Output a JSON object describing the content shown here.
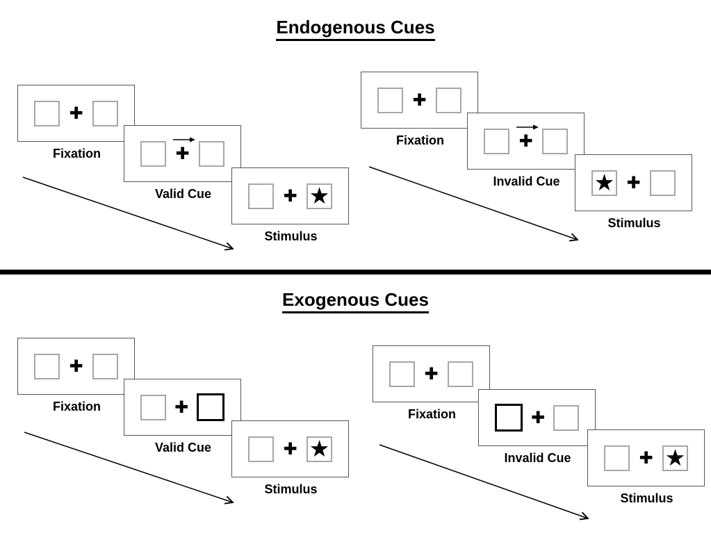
{
  "glyphs": {
    "plus": "✚",
    "star": "★"
  },
  "colors": {
    "background": "#ffffff",
    "panel_border": "#545454",
    "square_border": "#a6a6a6",
    "cue_square_border": "#000000",
    "divider": "#000000",
    "text": "#000000"
  },
  "sections": [
    {
      "id": "endogenous",
      "title": "Endogenous Cues",
      "groups": [
        {
          "name": "valid-trial",
          "panels": [
            {
              "label": "Fixation",
              "left": "empty",
              "right": "empty",
              "center": "plus"
            },
            {
              "label": "Valid Cue",
              "left": "empty",
              "right": "empty",
              "center": "plus_arrow"
            },
            {
              "label": "Stimulus",
              "left": "empty",
              "right": "star",
              "center": "plus"
            }
          ]
        },
        {
          "name": "invalid-trial",
          "panels": [
            {
              "label": "Fixation",
              "left": "empty",
              "right": "empty",
              "center": "plus"
            },
            {
              "label": "Invalid Cue",
              "left": "empty",
              "right": "empty",
              "center": "plus_arrow"
            },
            {
              "label": "Stimulus",
              "left": "star",
              "right": "empty",
              "center": "plus"
            }
          ]
        }
      ]
    },
    {
      "id": "exogenous",
      "title": "Exogenous Cues",
      "groups": [
        {
          "name": "valid-trial",
          "panels": [
            {
              "label": "Fixation",
              "left": "empty",
              "right": "empty",
              "center": "plus"
            },
            {
              "label": "Valid Cue",
              "left": "empty",
              "right": "cue",
              "center": "plus"
            },
            {
              "label": "Stimulus",
              "left": "empty",
              "right": "star",
              "center": "plus"
            }
          ]
        },
        {
          "name": "invalid-trial",
          "panels": [
            {
              "label": "Fixation",
              "left": "empty",
              "right": "empty",
              "center": "plus"
            },
            {
              "label": "Invalid Cue",
              "left": "cue",
              "right": "empty",
              "center": "plus"
            },
            {
              "label": "Stimulus",
              "left": "empty",
              "right": "star",
              "center": "plus"
            }
          ]
        }
      ]
    }
  ]
}
